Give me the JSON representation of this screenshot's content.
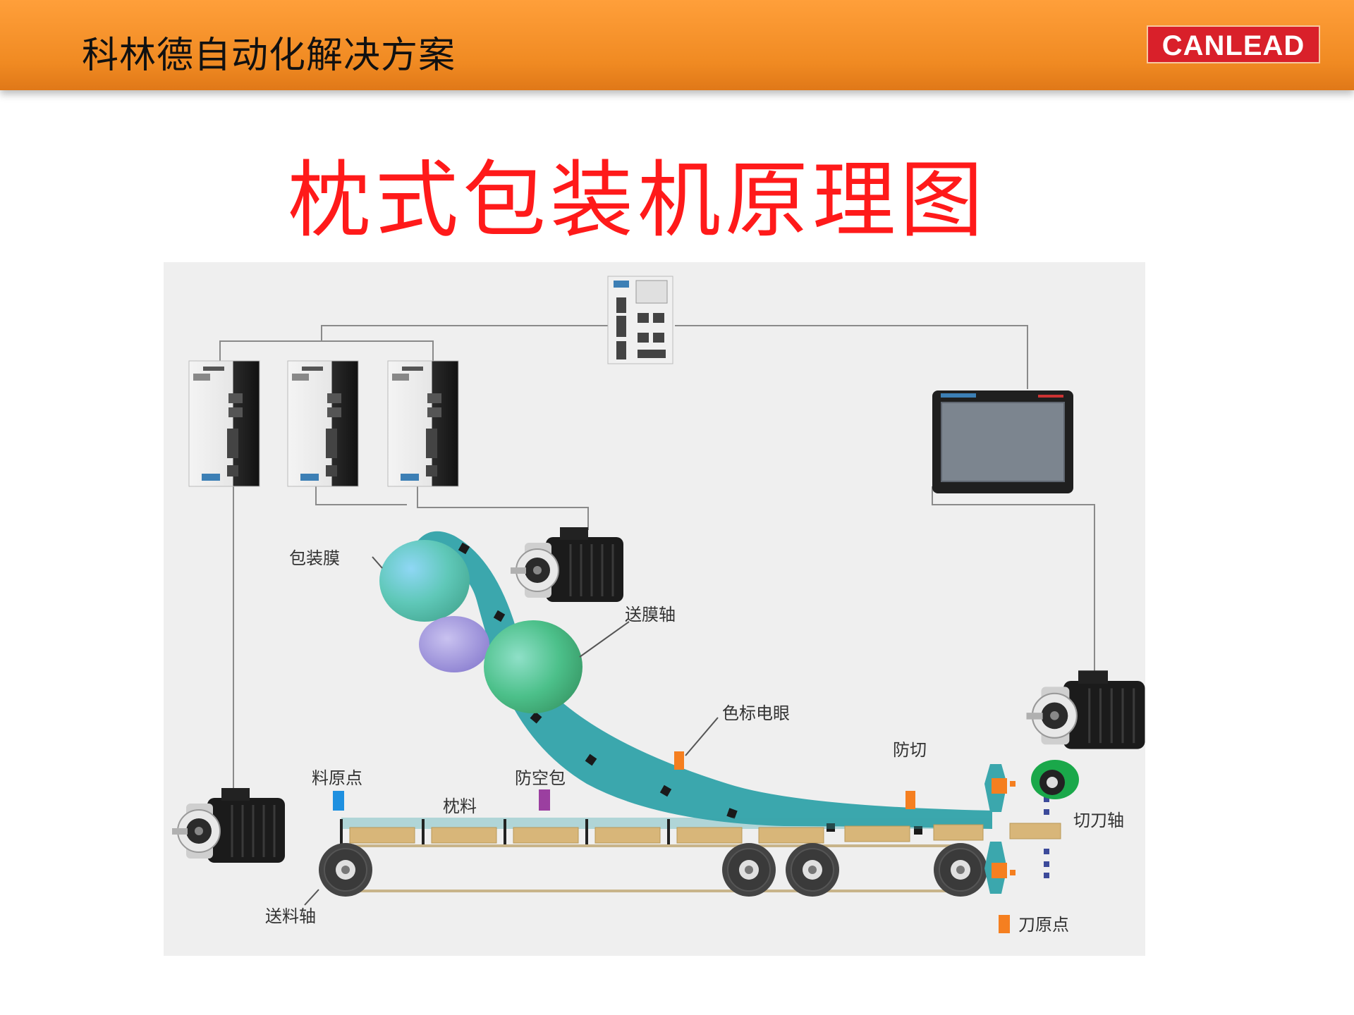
{
  "header": {
    "title": "科林德自动化解决方案",
    "brand": "CANLEAD"
  },
  "slide_title": "枕式包装机原理图",
  "labels": {
    "film": "包装膜",
    "film_axis": "送膜轴",
    "color_mark_eye": "色标电眼",
    "anti_cut": "防切",
    "material_origin": "料原点",
    "empty_bag_prevention": "防空包",
    "pillow_material": "枕料",
    "cutter_axis": "切刀轴",
    "feed_axis": "送料轴",
    "cutter_origin": "刀原点"
  },
  "colors": {
    "header_orange": "#f5922c",
    "title_red": "#ff1a1a",
    "logo_red": "#d9202a",
    "film_teal": "#3ba7ad",
    "material_origin_blue": "#1e90e0",
    "empty_bag_purple": "#9b3fa0",
    "sensor_orange": "#f57f20",
    "product_tan": "#d8b679"
  },
  "icons": [
    "servo-drive-icon",
    "plc-controller-icon",
    "hmi-touchscreen-icon",
    "servo-motor-icon",
    "roller-icon",
    "sensor-icon"
  ]
}
